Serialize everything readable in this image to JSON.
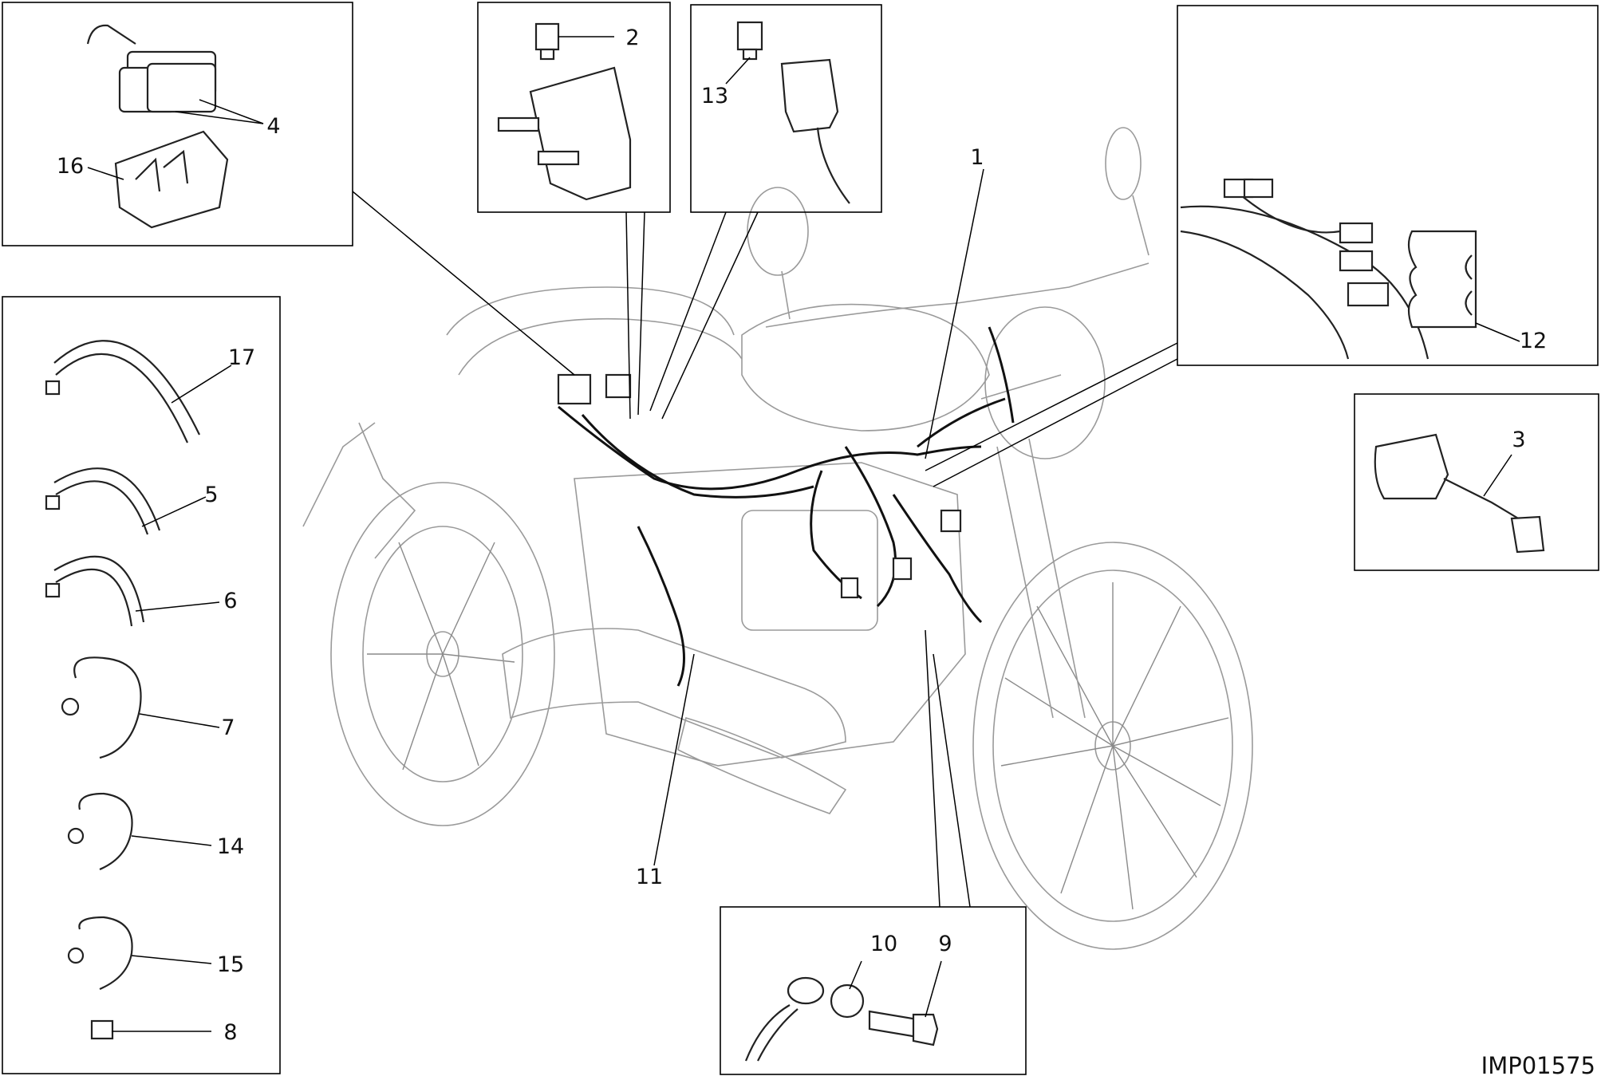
{
  "reference_code": "IMP01575",
  "callouts": {
    "c1": "1",
    "c2": "2",
    "c3": "3",
    "c4": "4",
    "c5": "5",
    "c6": "6",
    "c7": "7",
    "c8": "8",
    "c9": "9",
    "c10": "10",
    "c11": "11",
    "c12": "12",
    "c13": "13",
    "c14": "14",
    "c15": "15",
    "c16": "16",
    "c17": "17"
  }
}
